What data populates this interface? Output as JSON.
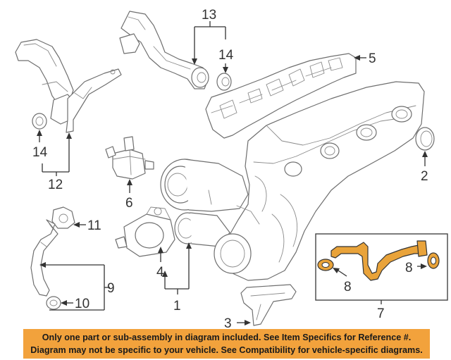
{
  "diagram": {
    "callouts": {
      "c1": "1",
      "c2": "2",
      "c3": "3",
      "c4": "4",
      "c5": "5",
      "c6": "6",
      "c7": "7",
      "c8a": "8",
      "c8b": "8",
      "c9": "9",
      "c10": "10",
      "c11": "11",
      "c12": "12",
      "c13": "13",
      "c14a": "14",
      "c14b": "14"
    },
    "highlight_color": "#e9a33a"
  },
  "banner": {
    "line1": "Only one part or sub-assembly in diagram included. See Item Specifics for Reference #.",
    "line2": "Diagram may not be specific to your vehicle. See Compatibility for vehicle-specific diagrams.",
    "background": "#f2a23c"
  }
}
